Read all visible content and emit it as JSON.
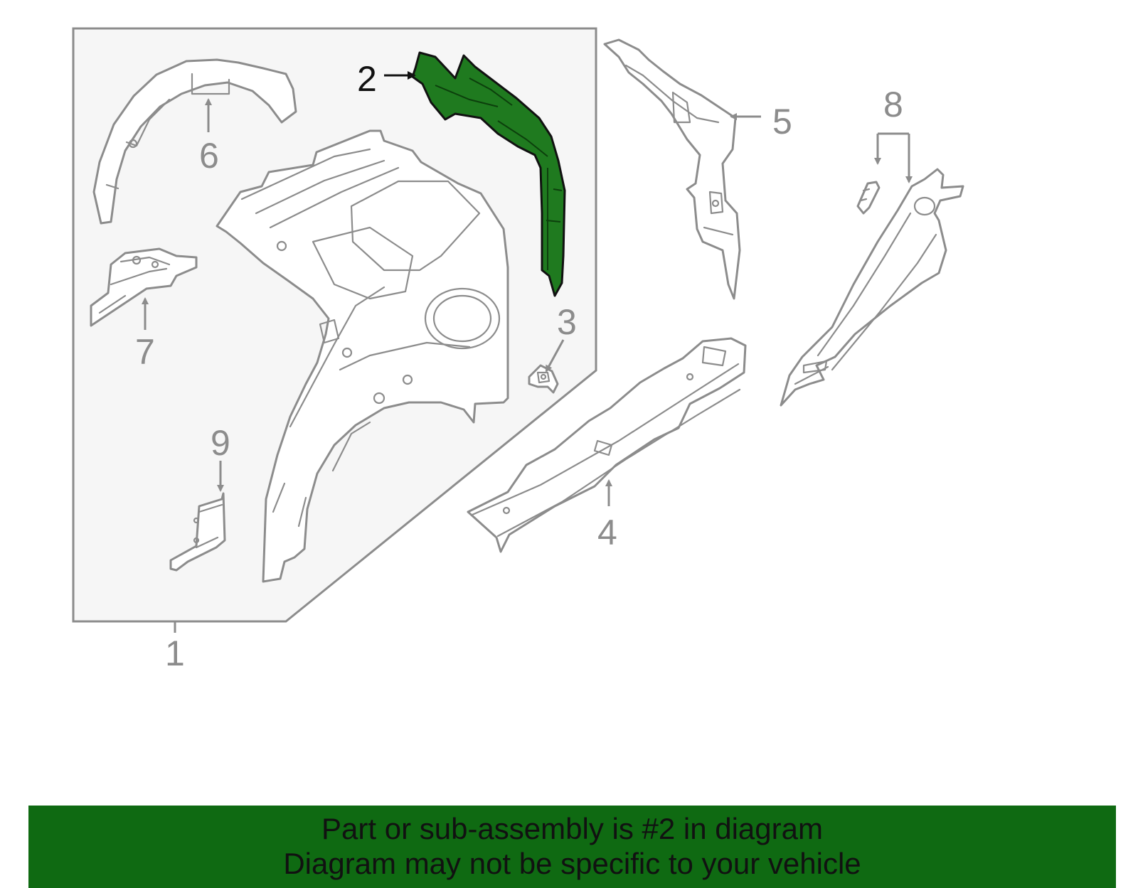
{
  "diagram": {
    "colors": {
      "highlight": "#1f7a1f",
      "line": "#8c8c8c",
      "banner": "#0f6a12"
    },
    "highlighted_part": "2",
    "callouts": [
      {
        "id": "c1",
        "label": "1"
      },
      {
        "id": "c2",
        "label": "2"
      },
      {
        "id": "c3",
        "label": "3"
      },
      {
        "id": "c4",
        "label": "4"
      },
      {
        "id": "c5",
        "label": "5"
      },
      {
        "id": "c6",
        "label": "6"
      },
      {
        "id": "c7",
        "label": "7"
      },
      {
        "id": "c8",
        "label": "8"
      },
      {
        "id": "c9",
        "label": "9"
      }
    ]
  },
  "banner": {
    "line1": "Part or sub-assembly is #2 in diagram",
    "line2": "Diagram may not be specific to your vehicle"
  }
}
